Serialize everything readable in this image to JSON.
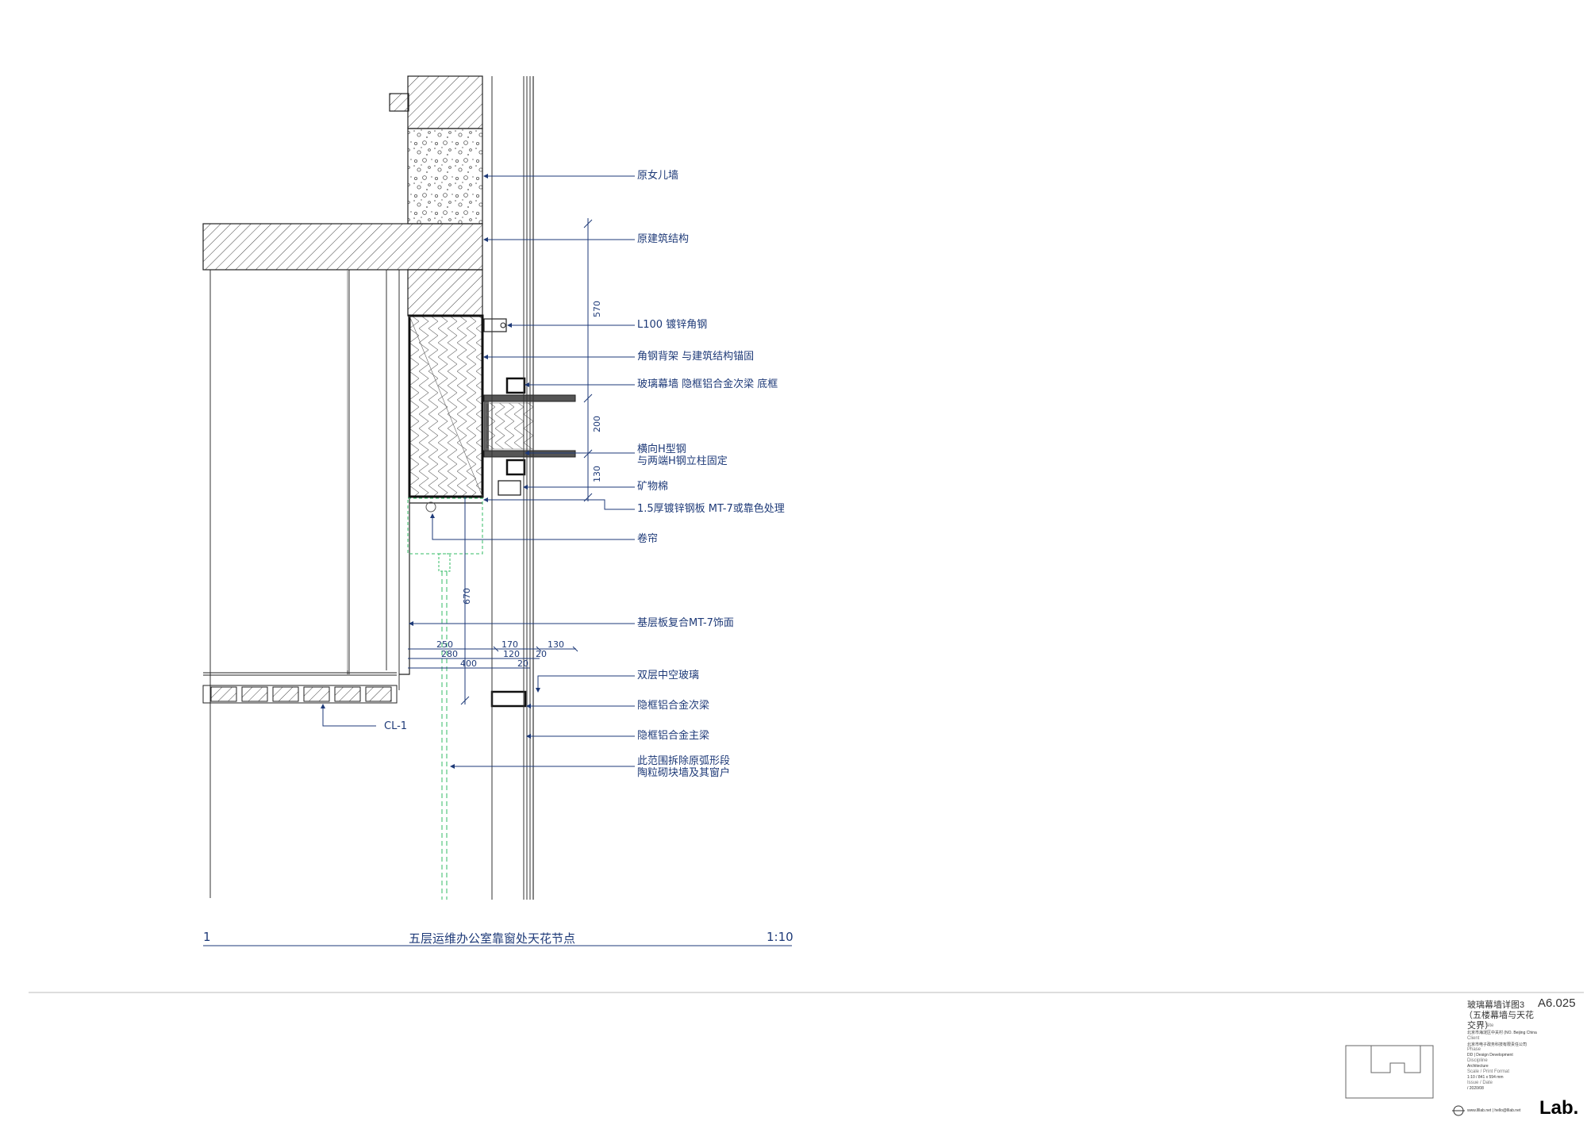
{
  "labels": [
    "原女儿墙",
    "原建筑结构",
    "L100 镀锌角钢",
    "角钢背架 与建筑结构锚固",
    "玻璃幕墙 隐框铝合金次梁 底框",
    "横向H型钢",
    "与两端H钢立柱固定",
    "矿物棉",
    "1.5厚镀锌钢板 MT-7或靠色处理",
    "卷帘",
    "基层板复合MT-7饰面",
    "双层中空玻璃",
    "隐框铝合金次梁",
    "隐框铝合金主梁",
    "此范围拆除原弧形段",
    "陶粒砌块墙及其窗户",
    "CL-1"
  ],
  "dims": {
    "v570": "570",
    "v200": "200",
    "v130": "130",
    "v670": "670",
    "h250": "250",
    "h280": "280",
    "h400": "400",
    "h170": "170",
    "h120": "120",
    "h130": "130",
    "h20a": "20",
    "h20b": "20"
  },
  "title": {
    "number": "1",
    "name": "五层运维办公室靠窗处天花节点",
    "scale": "1:10"
  },
  "titleblock": {
    "sheet_title_1": "玻璃幕墙详图3",
    "sheet_title_2": "（五楼幕墙与天花",
    "sheet_title_3": "交界）",
    "sheet_number": "A6.025",
    "label_site": "Site",
    "site": "北京市海淀区中关村 (NO. Beijing China",
    "label_client": "Client",
    "client": "北京市电子政务科技有限责任公司",
    "label_phase": "Phase",
    "phase": "DD | Design Development",
    "label_discipline": "Discipline",
    "discipline": "Architecture",
    "label_scale": "Scale / Print Format",
    "scale": "1:10 / 841 x 594 mm",
    "label_issue": "Issue / Date",
    "issue": "/ 2020/08",
    "contact": "www.llllab.net | hello@lllab.net",
    "logo": "Lab."
  },
  "colors": {
    "ink": "#1e3a78",
    "line": "#222222",
    "green": "#33bb66"
  }
}
